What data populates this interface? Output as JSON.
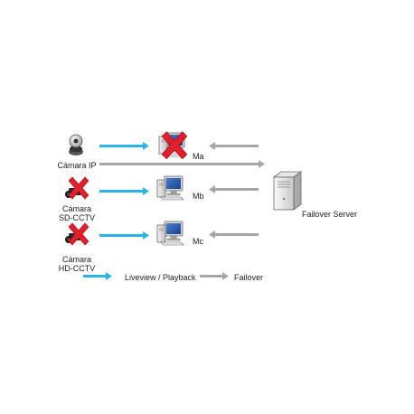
{
  "cameras": [
    {
      "label": "Cámara IP",
      "icon": "ip-camera-icon",
      "status": "ok"
    },
    {
      "label_line1": "Cámara",
      "label_line2": "SD-CCTV",
      "icon": "cctv-camera-icon",
      "status": "failed"
    },
    {
      "label_line1": "Cámara",
      "label_line2": "HD-CCTV",
      "icon": "cctv-camera-icon",
      "status": "failed"
    }
  ],
  "servers": [
    {
      "label": "Ma",
      "icon": "workstation-icon",
      "status": "failed"
    },
    {
      "label": "Mb",
      "icon": "workstation-icon",
      "status": "ok"
    },
    {
      "label": "Mc",
      "icon": "workstation-icon",
      "status": "ok"
    }
  ],
  "failover_server": {
    "label": "Failover Server",
    "icon": "tower-server-icon"
  },
  "legend": {
    "liveview_label": "Liveview / Playback",
    "failover_label": "Failover"
  },
  "colors": {
    "liveview": "#29b6e6",
    "failover": "#a6a6a6",
    "failed_mark": "#e0202a"
  }
}
